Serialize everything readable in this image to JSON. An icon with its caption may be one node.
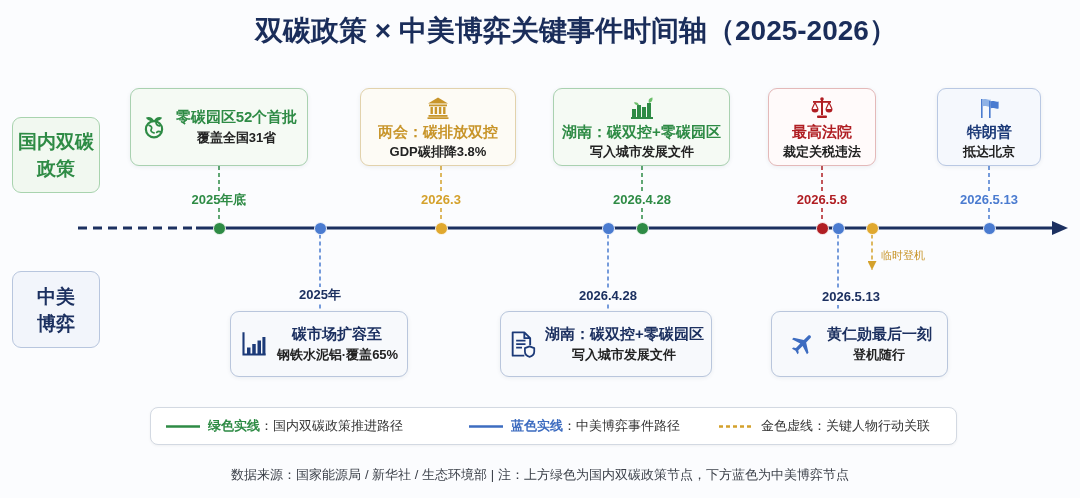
{
  "diagram": {
    "title": "双碳政策 × 中美博弈关键事件时间轴（2025-2026）",
    "caption": "数据来源：国家能源局 / 新华社 / 生态环境部 | 注：上方绿色为国内双碳政策节点，下方蓝色为中美博弈节点",
    "nodes": [
      {
        "text": [
          "国内双碳政策"
        ]
      },
      {
        "text": [
          "零碳园区52个首批",
          "覆盖全国31省"
        ]
      },
      {
        "text": [
          "两会：碳排放双控",
          "GDP碳排降3.8%"
        ]
      },
      {
        "text": [
          "湖南：碳双控+零碳园区",
          "写入城市发展文件"
        ]
      },
      {
        "text": [
          "最高法院",
          "裁定关税违法"
        ]
      },
      {
        "text": [
          "特朗普",
          "抵达北京"
        ]
      },
      {
        "text": [
          "中美博弈"
        ]
      },
      {
        "text": [
          "碳市场扩容至",
          "钢铁水泥铝·覆盖65%"
        ]
      },
      {
        "text": [
          "湖南：碳双控+零碳园区",
          "写入城市发展文件"
        ]
      },
      {
        "text": [
          "黄仁勋最后一刻",
          "登机随行"
        ]
      },
      {
        "text": [],
        "shape": "circle"
      },
      {
        "text": [],
        "shape": "circle"
      },
      {
        "text": [],
        "shape": "circle"
      },
      {
        "text": [],
        "shape": "circle"
      },
      {
        "text": [],
        "shape": "circle"
      },
      {
        "text": [],
        "shape": "circle"
      },
      {
        "text": [],
        "shape": "circle"
      },
      {
        "text": [],
        "shape": "circle"
      },
      {
        "text": [],
        "shape": "circle"
      }
    ],
    "edges": [
      {
        "from": 1,
        "to": 10,
        "arrow": "none",
        "label": "2025年底",
        "style": "dashed",
        "color": "#2e8b45"
      },
      {
        "from": 2,
        "to": 12,
        "arrow": "none",
        "label": "2026.3",
        "style": "dashed",
        "color": "#d4a12c"
      },
      {
        "from": 3,
        "to": 14,
        "arrow": "none",
        "label": "2026.4.28",
        "style": "dashed",
        "color": "#2e8b45"
      },
      {
        "from": 4,
        "to": 15,
        "arrow": "none",
        "label": "2026.5.8",
        "style": "dashed",
        "color": "#b01e23"
      },
      {
        "from": 5,
        "to": 18,
        "arrow": "none",
        "label": "2026.5.13",
        "style": "dashed"
      },
      {
        "from": 11,
        "to": 7,
        "arrow": "none",
        "label": "2025年",
        "style": "dashed"
      },
      {
        "from": 13,
        "to": 8,
        "arrow": "none",
        "label": "2026.4.28",
        "style": "dashed"
      },
      {
        "from": 16,
        "to": 9,
        "arrow": "none",
        "label": "2026.5.13",
        "style": "dashed"
      },
      {
        "from": 17,
        "to": null,
        "arrow": "to",
        "label": "临时登机",
        "style": "dashed",
        "color": "#d4a12c"
      }
    ],
    "legend": [
      {
        "text": "**绿色实线**：国内双碳政策推进路径"
      },
      {
        "text": "**蓝色实线**：中美博弈事件路径"
      },
      {
        "text": "金色虚线：关键人物行动关联"
      }
    ]
  }
}
